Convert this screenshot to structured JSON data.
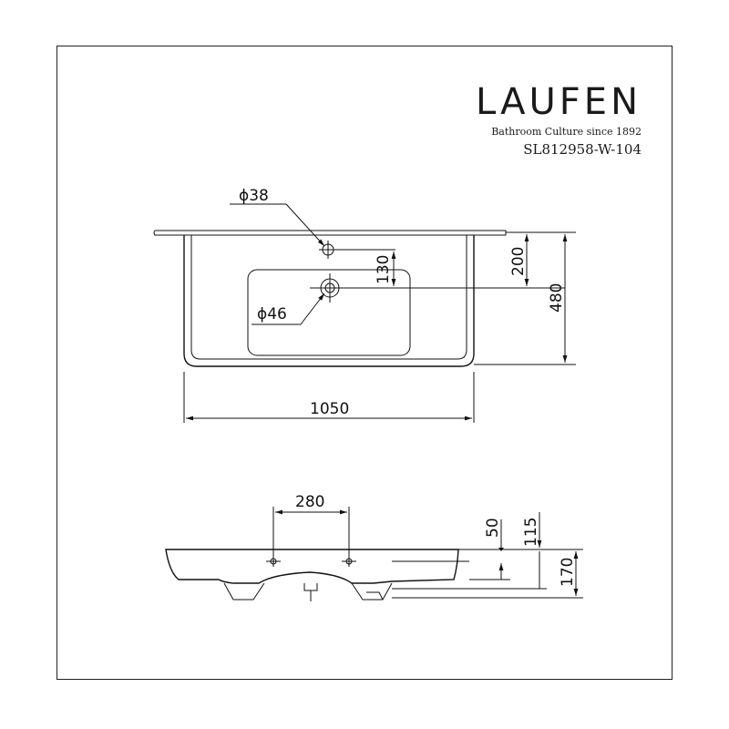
{
  "brand": {
    "logo": "LAUFEN",
    "tagline": "Bathroom Culture since 1892",
    "model": "SL812958-W-104"
  },
  "top_view": {
    "tap_hole_diameter": "ϕ38",
    "drain_diameter": "ϕ46",
    "dim_tap_to_drain": "130",
    "dim_wall_to_drain": "200",
    "dim_depth": "480",
    "dim_width": "1050"
  },
  "front_view": {
    "dim_hole_spacing": "280",
    "dim_50": "50",
    "dim_115": "115",
    "dim_height": "170"
  }
}
